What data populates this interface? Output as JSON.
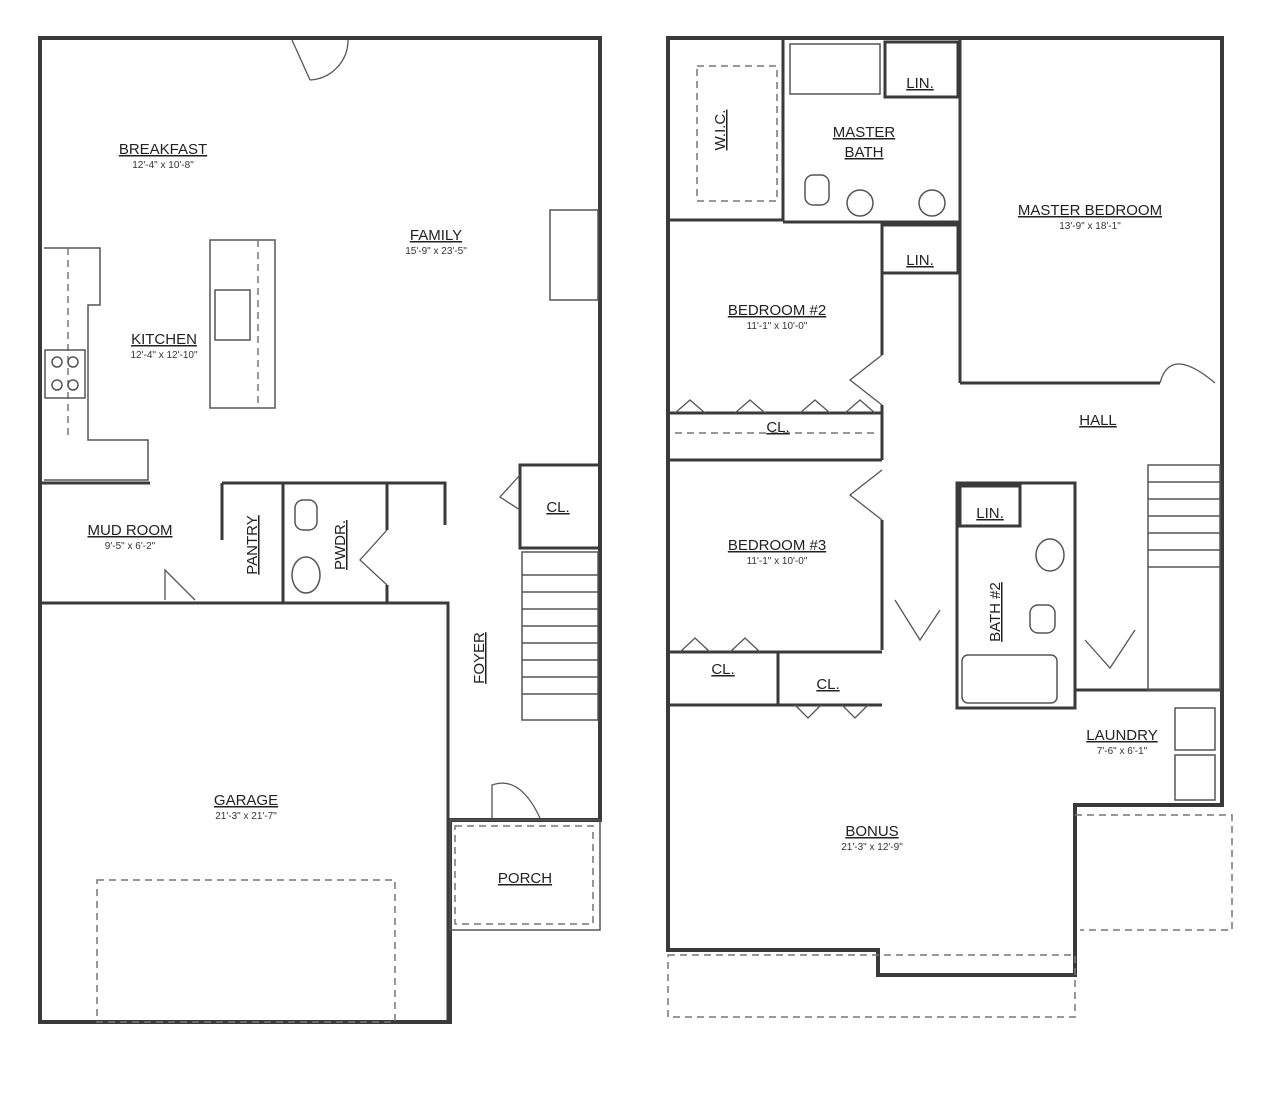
{
  "first_floor": {
    "rooms": {
      "breakfast": {
        "name": "BREAKFAST",
        "dims": "12'-4\" x 10'-8\""
      },
      "family": {
        "name": "FAMILY",
        "dims": "15'-9\" x 23'-5\""
      },
      "kitchen": {
        "name": "KITCHEN",
        "dims": "12'-4\" x 12'-10\""
      },
      "mud_room": {
        "name": "MUD ROOM",
        "dims": "9'-5\" x 6'-2\""
      },
      "pantry": {
        "name": "PANTRY"
      },
      "powder": {
        "name": "PWDR."
      },
      "closet": {
        "name": "CL."
      },
      "foyer": {
        "name": "FOYER"
      },
      "garage": {
        "name": "GARAGE",
        "dims": "21'-3\" x 21'-7\""
      },
      "porch": {
        "name": "PORCH"
      }
    }
  },
  "second_floor": {
    "rooms": {
      "wic": {
        "name": "W.I.C."
      },
      "linen_master": {
        "name": "LIN."
      },
      "master_bath": {
        "name_line1": "MASTER",
        "name_line2": "BATH"
      },
      "master_bedroom": {
        "name": "MASTER BEDROOM",
        "dims": "13'-9\" x 18'-1\""
      },
      "linen_hall": {
        "name": "LIN."
      },
      "bedroom2": {
        "name": "BEDROOM #2",
        "dims": "11'-1\" x 10'-0\""
      },
      "bedroom2_closet": {
        "name": "CL."
      },
      "hall": {
        "name": "HALL"
      },
      "bedroom3": {
        "name": "BEDROOM #3",
        "dims": "11'-1\" x 10'-0\""
      },
      "linen_bath2": {
        "name": "LIN."
      },
      "bath2": {
        "name": "BATH #2"
      },
      "bedroom3_closet": {
        "name": "CL."
      },
      "hall_closet": {
        "name": "CL."
      },
      "laundry": {
        "name": "LAUNDRY",
        "dims": "7'-6\" x 6'-1\""
      },
      "bonus": {
        "name": "BONUS",
        "dims": "21'-3\" x 12'-9\""
      }
    }
  }
}
